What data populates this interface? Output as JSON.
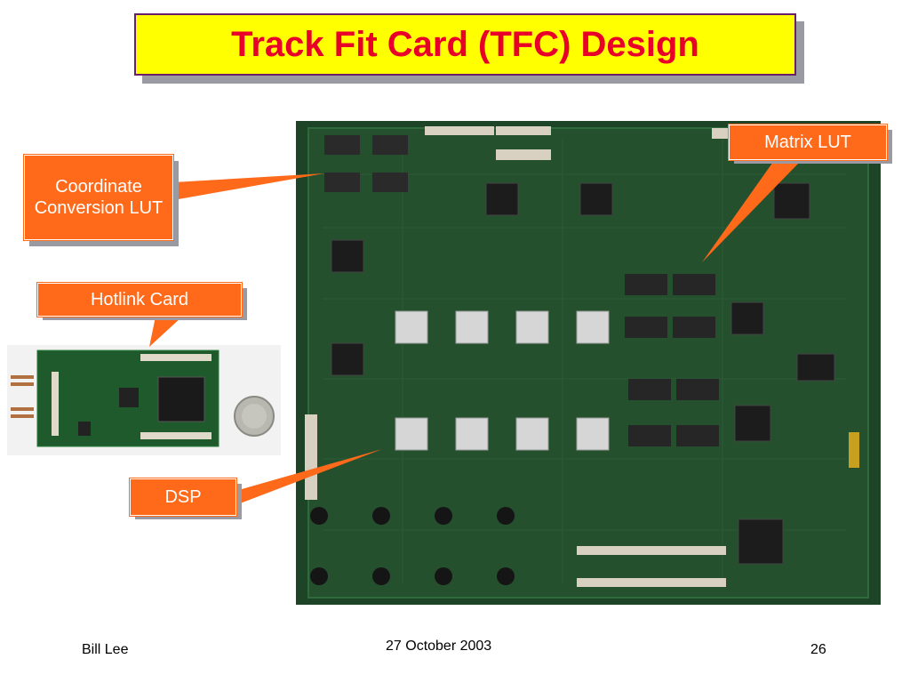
{
  "slide": {
    "title": "Track Fit Card (TFC) Design",
    "callouts": {
      "coordinate_lut": "Coordinate Conversion LUT",
      "hotlink_card": "Hotlink Card",
      "matrix_lut": "Matrix LUT",
      "dsp": "DSP"
    },
    "footer": {
      "author": "Bill Lee",
      "date": "27 October 2003",
      "page_number": "26"
    }
  },
  "colors": {
    "title_bg": "#ffff00",
    "title_text": "#e8002a",
    "title_border": "#6b1f6b",
    "callout_bg": "#ff6a1a",
    "board_green": "#1f4a2a"
  },
  "images": {
    "board_photo": "track-fit-card-board-photo",
    "hotlink_photo": "hotlink-card-photo"
  }
}
